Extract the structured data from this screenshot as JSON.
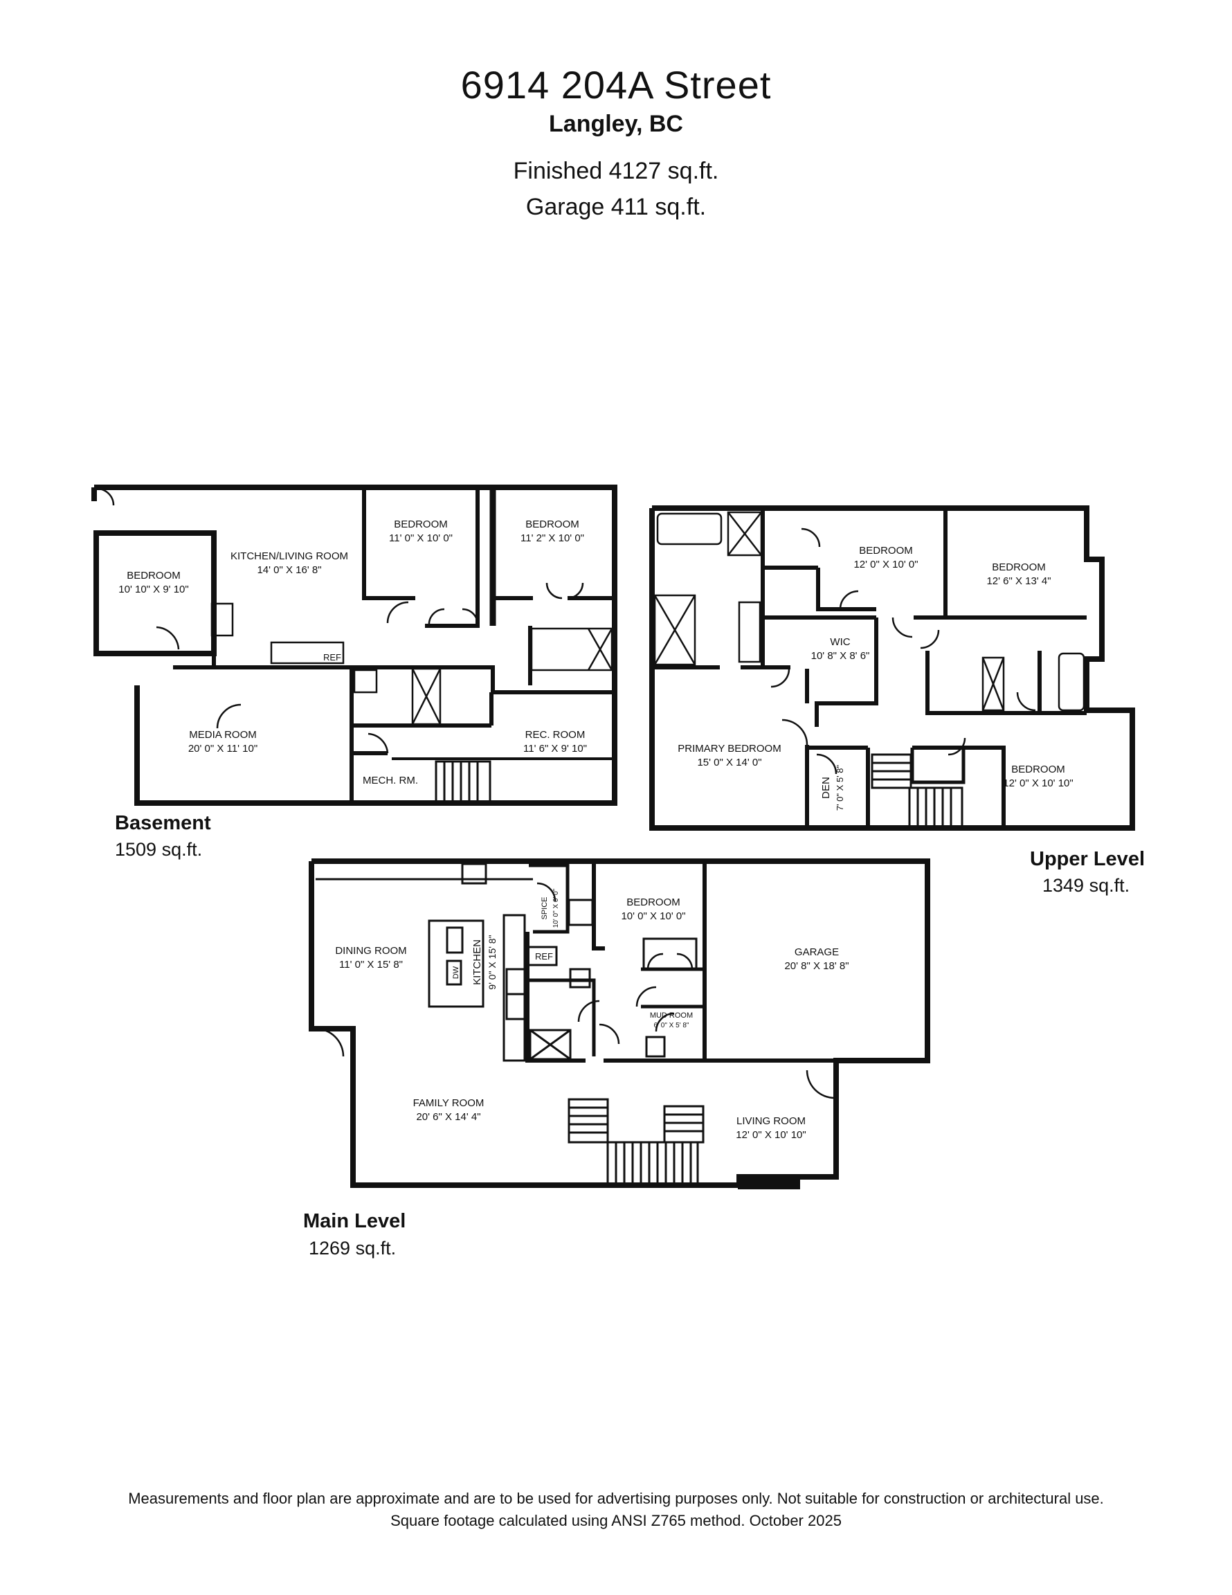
{
  "header": {
    "address": "6914 204A Street",
    "city": "Langley, BC",
    "finished": "Finished 4127 sq.ft.",
    "garage": "Garage  411 sq.ft."
  },
  "levels": {
    "basement": {
      "name": "Basement",
      "sqft": "1509 sq.ft."
    },
    "upper": {
      "name": "Upper Level",
      "sqft": "1349 sq.ft."
    },
    "main": {
      "name": "Main Level",
      "sqft": "1269 sq.ft."
    }
  },
  "rooms": {
    "basement": {
      "bedroom_left": {
        "name": "BEDROOM",
        "dims": "10' 10\" X 9' 10\""
      },
      "kitchen_living": {
        "name": "KITCHEN/LIVING ROOM",
        "dims": "14' 0\" X 16' 8\""
      },
      "bedroom_mid": {
        "name": "BEDROOM",
        "dims": "11' 0\" X 10' 0\""
      },
      "bedroom_right": {
        "name": "BEDROOM",
        "dims": "11' 2\" X 10' 0\""
      },
      "media_room": {
        "name": "MEDIA ROOM",
        "dims": "20' 0\" X 11' 10\""
      },
      "rec_room": {
        "name": "REC. ROOM",
        "dims": "11' 6\" X 9' 10\""
      },
      "mech_room": {
        "name": "MECH. RM."
      },
      "ref": "REF"
    },
    "upper": {
      "bedroom_a": {
        "name": "BEDROOM",
        "dims": "12' 0\" X 10' 0\""
      },
      "bedroom_b": {
        "name": "BEDROOM",
        "dims": "12' 6\" X 13' 4\""
      },
      "wic": {
        "name": "WIC",
        "dims": "10' 8\" X 8' 6\""
      },
      "primary": {
        "name": "PRIMARY BEDROOM",
        "dims": "15' 0\" X 14' 0\""
      },
      "den": {
        "name": "DEN",
        "dims": "7' 0\" X 5' 8\""
      },
      "bedroom_c": {
        "name": "BEDROOM",
        "dims": "12' 0\" X 10' 10\""
      }
    },
    "main": {
      "dining": {
        "name": "DINING ROOM",
        "dims": "11' 0\" X 15' 8\""
      },
      "kitchen": {
        "name": "KITCHEN",
        "dims": "9' 0\" X 15' 8\""
      },
      "spice": {
        "name": "SPICE",
        "dims": "10' 0\" X 6' 0\""
      },
      "bedroom": {
        "name": "BEDROOM",
        "dims": "10' 0\" X 10' 0\""
      },
      "garage": {
        "name": "GARAGE",
        "dims": "20' 8\" X 18' 8\""
      },
      "mud_room": {
        "name": "MUD ROOM",
        "dims": "6' 0\" X 5' 8\""
      },
      "family": {
        "name": "FAMILY ROOM",
        "dims": "20' 6\" X 14' 4\""
      },
      "living": {
        "name": "LIVING ROOM",
        "dims": "12' 0\" X 10' 10\""
      },
      "ref": "REF",
      "dw": "DW"
    }
  },
  "footer": {
    "line1": "Measurements and floor plan are approximate and are to be used for advertising purposes only. Not suitable for construction or architectural use.",
    "line2": "Square footage calculated using ANSI Z765 method. October 2025"
  }
}
